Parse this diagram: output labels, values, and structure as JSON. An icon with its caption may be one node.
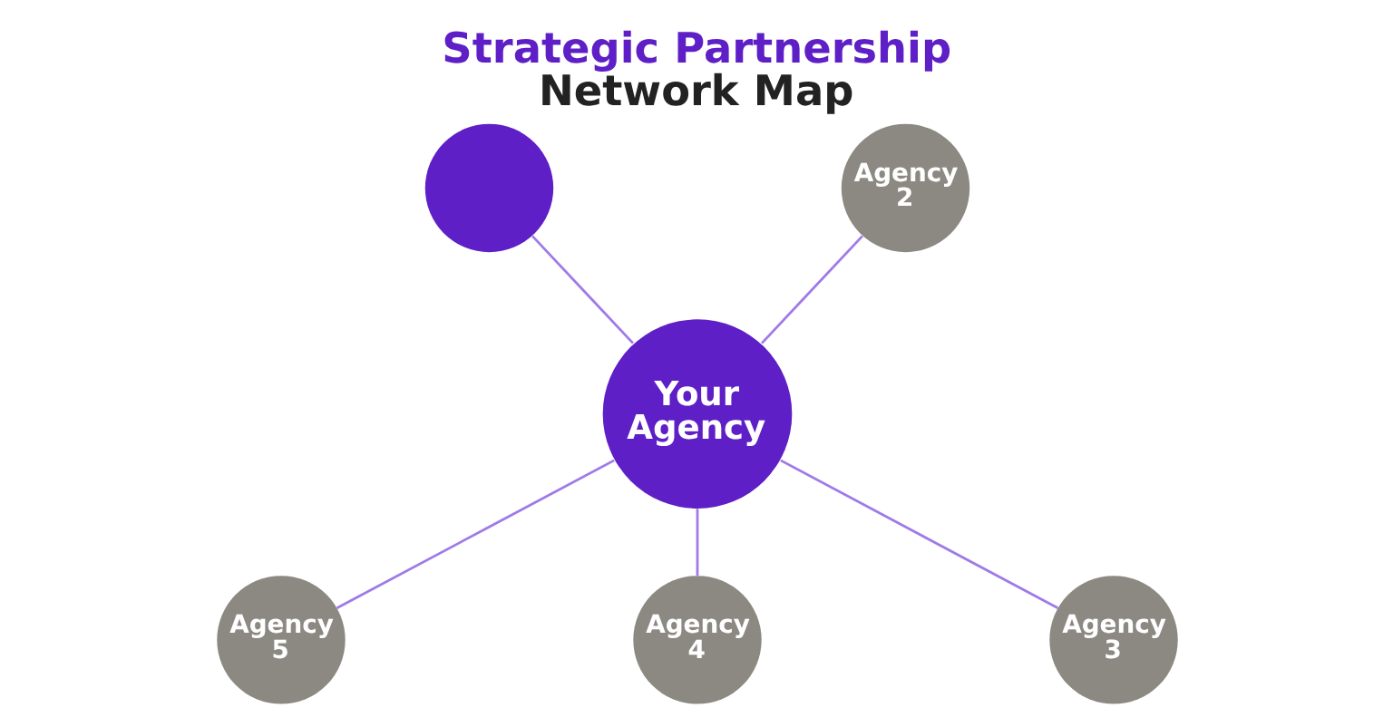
{
  "diagram": {
    "title": "Strategic Partnership Network Map",
    "nodes": [
      {
        "text": [],
        "shape": "circle"
      },
      {
        "text": [
          "Agency 2"
        ]
      },
      {
        "text": [
          "Your Agency"
        ]
      },
      {
        "text": [
          "Agency 5"
        ]
      },
      {
        "text": [
          "Agency 4"
        ]
      },
      {
        "text": [
          "Agency 3"
        ]
      }
    ],
    "edges": [
      {
        "from": 0,
        "to": 2,
        "arrow": "none"
      },
      {
        "from": 1,
        "to": 2,
        "arrow": "none"
      },
      {
        "from": 2,
        "to": 3,
        "arrow": "none"
      },
      {
        "from": 2,
        "to": 4,
        "arrow": "none"
      },
      {
        "from": 2,
        "to": 5,
        "arrow": "none"
      }
    ]
  }
}
